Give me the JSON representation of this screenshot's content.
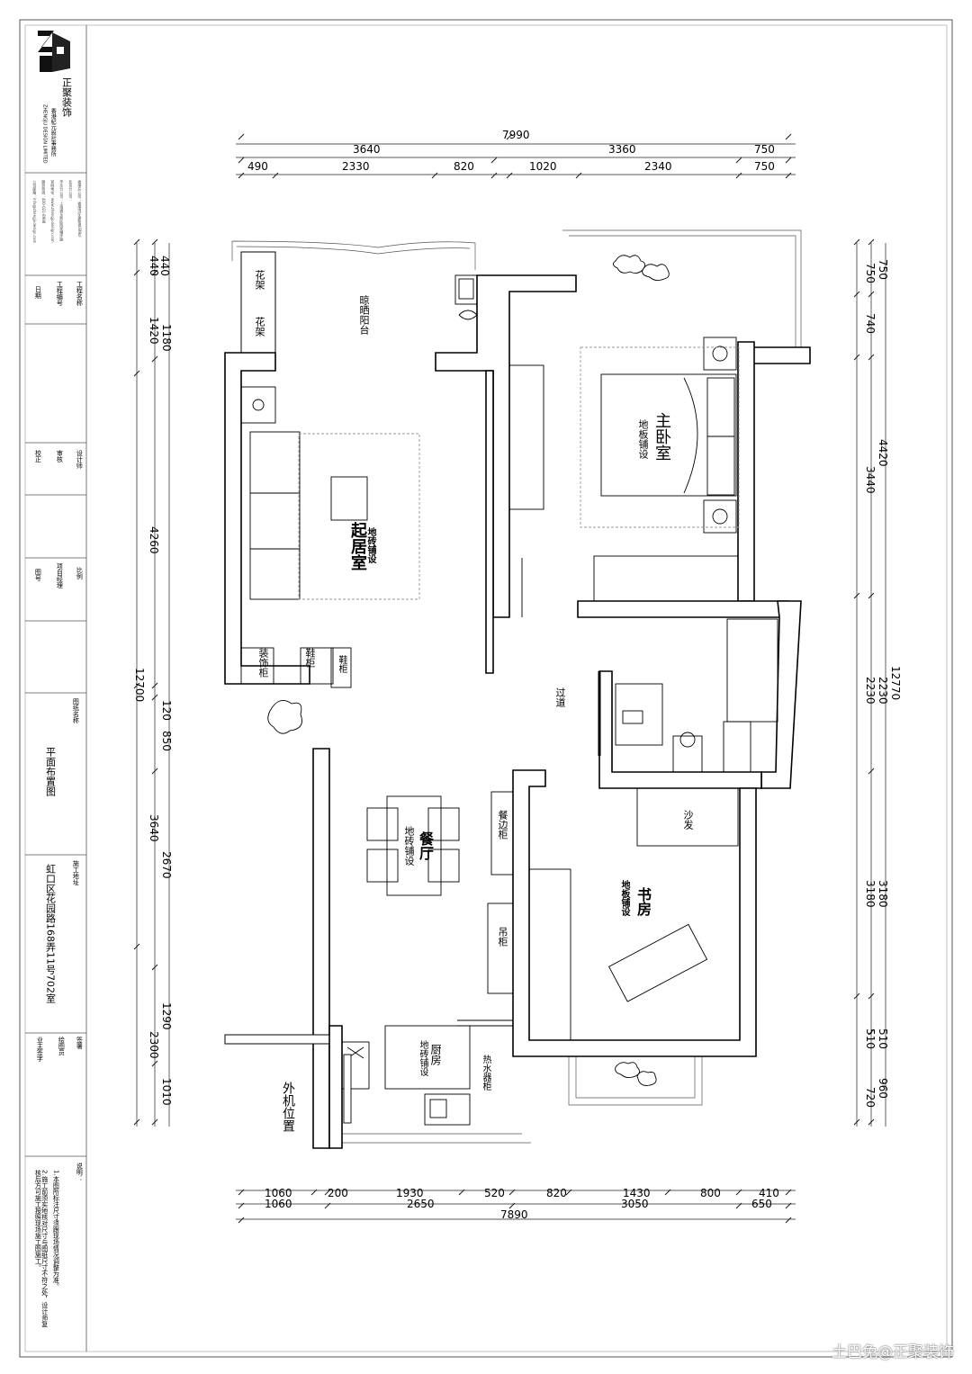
{
  "company": {
    "name": "正聚装饰",
    "tagline": "香港紀元設計事務所",
    "english": "ZHENGJU DESIGN LIMITED",
    "contacts": [
      "香港总公司：香港湾仔谢斐道389号",
      "北京分公司：",
      "华东分公司：上海浦东新区陆家嘴环路",
      "官网地址：www.zhengjudesign.com",
      "服务热线：400-021-8998",
      "公司邮箱：info@zhengjudesign.com"
    ]
  },
  "title_block": {
    "project_name_label": "工程名称",
    "project_no_label": "工程编号",
    "date_label": "日期",
    "designer_label": "设计师",
    "audit_label": "审核",
    "check_label": "校正",
    "scale_label": "比例",
    "pm_label": "项目经理",
    "drawing_no_label": "图号",
    "drawing_name_label": "图纸名称",
    "drawing_name": "平面布置图",
    "site_label": "施工地址",
    "site_address": "虹口区花园路168弄11号702室",
    "sign_label": "签署",
    "designer_sign": "绘图员",
    "owner_sign": "业主签字",
    "notes_label": "说明：",
    "notes": [
      "1.本图所标注尺寸须跟现场情况调整为准。",
      "2.施工前须实地核对尺寸与图纸尺寸不符之处，设计师复核后方可施工按照现场施工图施工。"
    ]
  },
  "rooms": {
    "living": "起居室",
    "living_floor": "地砖铺设",
    "balcony": "晾晒阳台",
    "shelf1": "花架",
    "shelf2": "花架",
    "decor_cabinet": "装饰柜",
    "shoe_cabinet": "鞋柜",
    "shoe_cabinet2": "鞋柜",
    "master": "主卧室",
    "master_floor": "地板铺设",
    "corridor": "过道",
    "dining": "餐厅",
    "dining_floor": "地砖铺设",
    "sideboard": "餐边柜",
    "study": "书房",
    "study_floor": "地板铺设",
    "sofa": "沙发",
    "hanging_cabinet": "吊柜",
    "kitchen": "厨房",
    "kitchen_floor": "地砖铺设",
    "heater_cabinet": "热水器柜",
    "ac_position": "外机位置"
  },
  "dimensions": {
    "top_total": "7990",
    "top_mid": [
      "3640",
      "3360",
      "750"
    ],
    "top_detail": [
      "490",
      "2330",
      "820",
      "1020",
      "2340",
      "750"
    ],
    "bottom_detail": [
      "1060",
      "200",
      "1930",
      "520",
      "820",
      "1430",
      "800",
      "410"
    ],
    "bottom_mid": [
      "1060",
      "2650",
      "3050",
      "650"
    ],
    "bottom_total": "7890",
    "left_outer": [
      "440",
      "1420",
      "4260",
      "12700",
      "3640",
      "2300"
    ],
    "left_inner": [
      "440",
      "1180",
      "120",
      "850",
      "2670",
      "1290",
      "1010"
    ],
    "right_outer": [
      "750",
      "4420",
      "12770",
      "3180",
      "960"
    ],
    "right_inner": [
      "750",
      "740",
      "3440",
      "2230",
      "2230",
      "3180",
      "510",
      "510",
      "720"
    ]
  },
  "watermark": "土巴兔@正聚装饰"
}
